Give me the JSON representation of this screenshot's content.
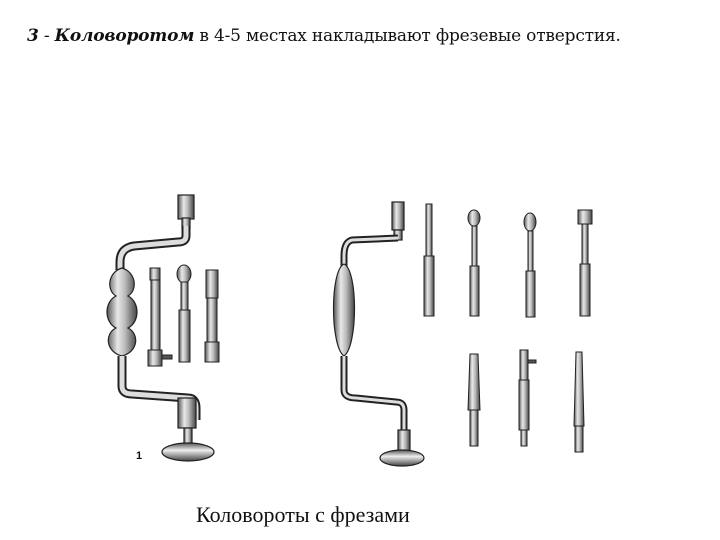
{
  "slide": {
    "heading_number": "3",
    "heading_sep": " - ",
    "heading_bold": "Коловоротом",
    "heading_rest": " в 4-5 местах накладывают фрезевые отверстия.",
    "figure_number": "1",
    "caption": "Коловороты с фрезами"
  },
  "illustration": {
    "items": [
      "brace-left",
      "brace-right",
      "bit-1",
      "bit-2",
      "bit-3",
      "bit-4",
      "bit-5",
      "bit-6",
      "bit-7",
      "bit-8",
      "bit-9",
      "bit-10"
    ]
  }
}
